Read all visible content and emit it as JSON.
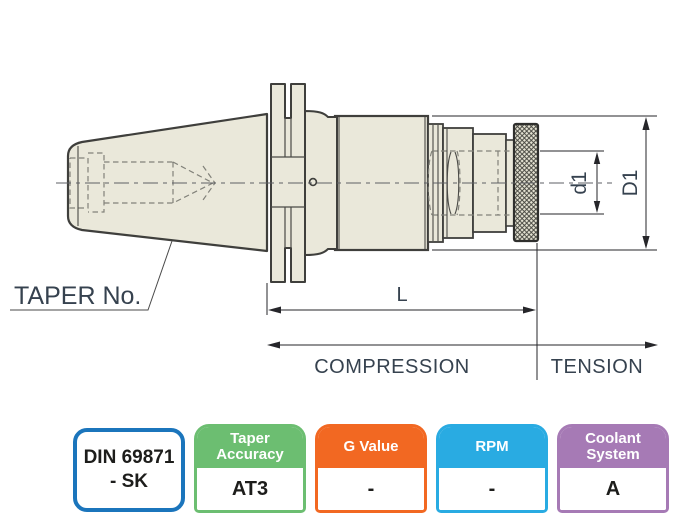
{
  "drawing": {
    "labels": {
      "taper_no": "TAPER No.",
      "length": "L",
      "d1": "d1",
      "D1": "D1",
      "compression": "COMPRESSION",
      "tension": "TENSION"
    },
    "label_color": "#36424f",
    "body_fill": "#eae8da",
    "outline_color": "#3f3f3c"
  },
  "cards": [
    {
      "name": "din-standard",
      "line1": "DIN 69871",
      "line2": "- SK",
      "value": "DIN 69871 - SK",
      "color": "#1b75bc"
    },
    {
      "name": "taper-accuracy",
      "header": "Taper Accuracy",
      "value": "AT3",
      "color": "#6cbe71"
    },
    {
      "name": "g-value",
      "header": "G Value",
      "value": "-",
      "color": "#f26822"
    },
    {
      "name": "rpm",
      "header": "RPM",
      "value": "-",
      "color": "#29abe2"
    },
    {
      "name": "coolant-system",
      "header": "Coolant System",
      "value": "A",
      "color": "#a67ab5"
    }
  ]
}
